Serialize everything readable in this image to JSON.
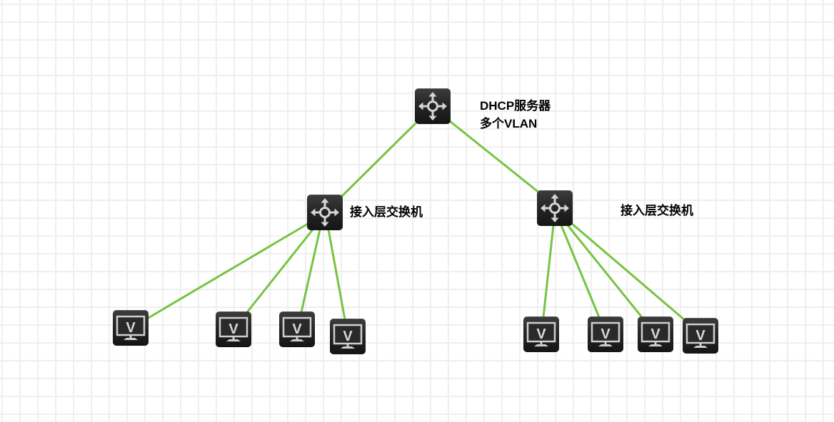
{
  "diagram": {
    "title": "DHCP multi-VLAN topology",
    "link_color": "#76c442",
    "nodes": {
      "core": {
        "type": "switch",
        "icon": "layer3-switch-icon",
        "label_line1": "DHCP服务器",
        "label_line2": "多个VLAN"
      },
      "access_left": {
        "type": "switch",
        "icon": "layer3-switch-icon",
        "label": "接入层交换机"
      },
      "access_right": {
        "type": "switch",
        "icon": "layer3-switch-icon",
        "label": "接入层交换机"
      },
      "pcs_left": [
        {
          "type": "pc",
          "icon": "vpc-monitor-icon",
          "glyph": "V"
        },
        {
          "type": "pc",
          "icon": "vpc-monitor-icon",
          "glyph": "V"
        },
        {
          "type": "pc",
          "icon": "vpc-monitor-icon",
          "glyph": "V"
        },
        {
          "type": "pc",
          "icon": "vpc-monitor-icon",
          "glyph": "V"
        }
      ],
      "pcs_right": [
        {
          "type": "pc",
          "icon": "vpc-monitor-icon",
          "glyph": "V"
        },
        {
          "type": "pc",
          "icon": "vpc-monitor-icon",
          "glyph": "V"
        },
        {
          "type": "pc",
          "icon": "vpc-monitor-icon",
          "glyph": "V"
        },
        {
          "type": "pc",
          "icon": "vpc-monitor-icon",
          "glyph": "V"
        }
      ]
    },
    "links": [
      {
        "from": "core",
        "to": "access_left"
      },
      {
        "from": "core",
        "to": "access_right"
      },
      {
        "from": "access_left",
        "to": "pcs_left.0"
      },
      {
        "from": "access_left",
        "to": "pcs_left.1"
      },
      {
        "from": "access_left",
        "to": "pcs_left.2"
      },
      {
        "from": "access_left",
        "to": "pcs_left.3"
      },
      {
        "from": "access_right",
        "to": "pcs_right.0"
      },
      {
        "from": "access_right",
        "to": "pcs_right.1"
      },
      {
        "from": "access_right",
        "to": "pcs_right.2"
      },
      {
        "from": "access_right",
        "to": "pcs_right.3"
      }
    ]
  }
}
